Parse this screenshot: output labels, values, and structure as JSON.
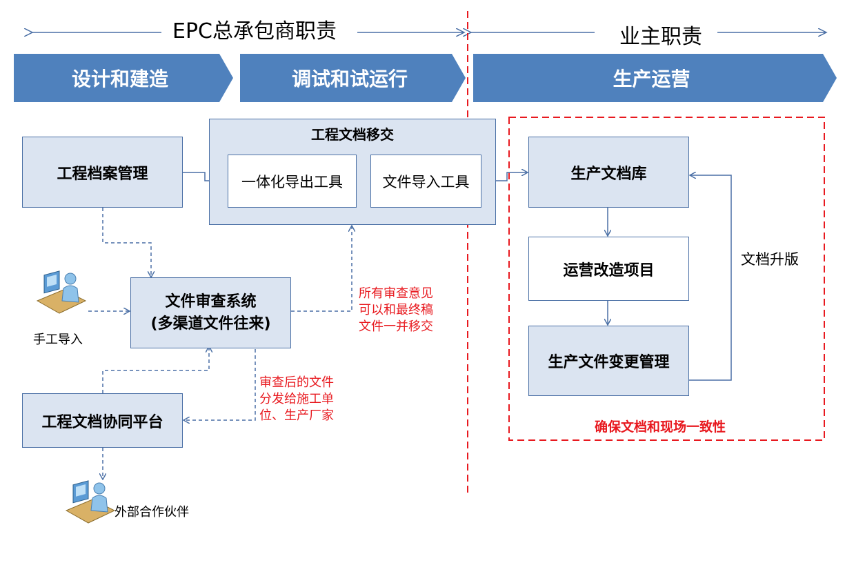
{
  "colors": {
    "header_blue": "#4f81bd",
    "box_fill": "#dbe4f1",
    "box_border": "#4a6fa5",
    "red": "#e8191f"
  },
  "top": {
    "epc_title": "EPC总承包商职责",
    "owner_title": "业主职责"
  },
  "phases": [
    {
      "label": "设计和建造"
    },
    {
      "label": "调试和试运行"
    },
    {
      "label": "生产运营"
    }
  ],
  "left": {
    "archive_mgmt": "工程档案管理",
    "transfer_group_title": "工程文档移交",
    "export_tool": "一体化导出工具",
    "import_tool": "文件导入工具",
    "review_system_line1": "文件审查系统",
    "review_system_line2": "(多渠道文件往来)",
    "collab_platform": "工程文档协同平台",
    "manual_import": "手工导入",
    "external_partner": "外部合作伙伴",
    "note_review_transfer": [
      "所有审查意见",
      "可以和最终稿",
      "文件一并移交"
    ],
    "note_distribute": [
      "审查后的文件",
      "分发给施工单",
      "位、生产厂家"
    ]
  },
  "right": {
    "prod_doc_lib": "生产文档库",
    "ops_reform": "运营改造项目",
    "prod_change_mgmt": "生产文件变更管理",
    "doc_upgrade": "文档升版",
    "consistency_note": "确保文档和现场一致性"
  }
}
